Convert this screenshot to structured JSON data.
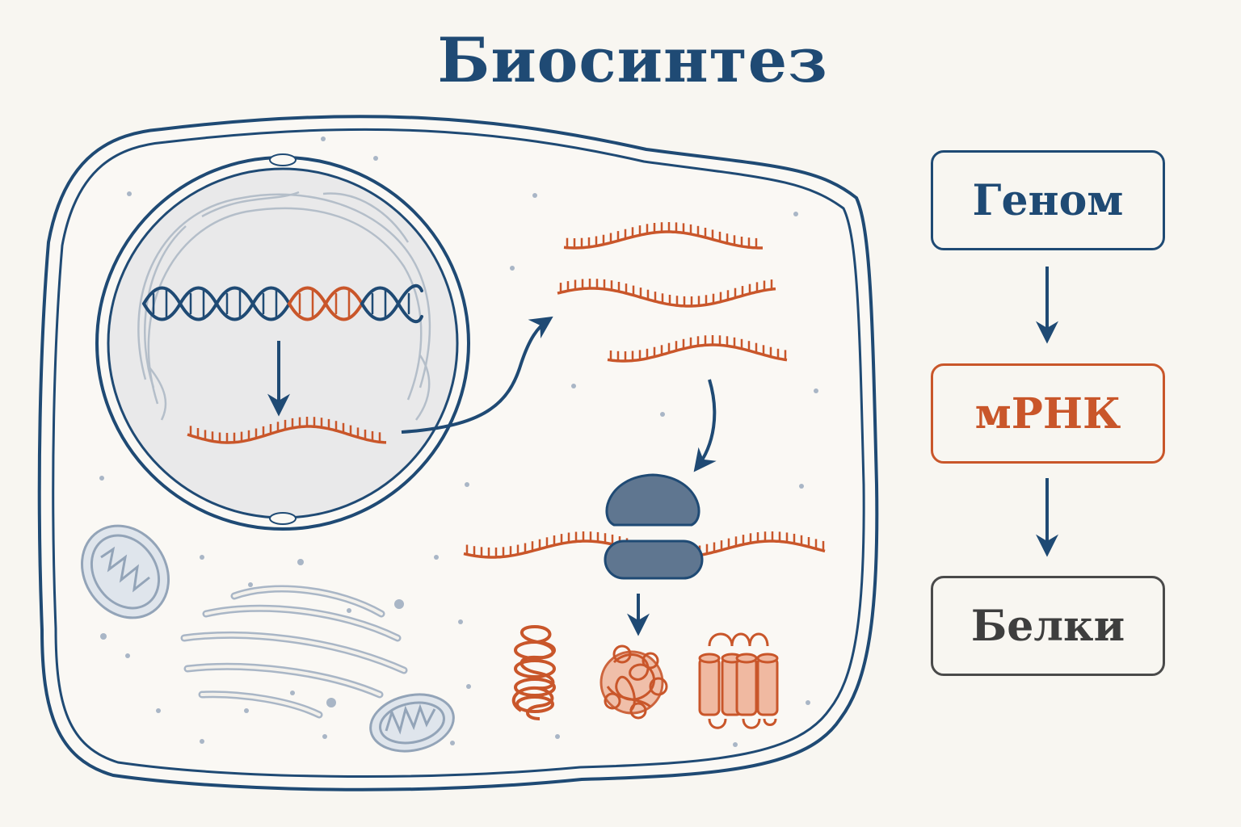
{
  "title": "Биосинтез",
  "flow": {
    "genome": "Геном",
    "mrna": "мРНК",
    "proteins": "Белки"
  },
  "colors": {
    "navy": "#1f4a74",
    "orange": "#c9562a",
    "gray": "#4a4a4a",
    "blueGray": "#5f7690",
    "organelle": "#a9b6c6",
    "nucleusFill": "#e8e9ea",
    "cellFill": "#faf8f4",
    "background": "#f8f6f1"
  },
  "icons": [
    "dna-helix-icon",
    "mrna-strand-icon",
    "ribosome-icon",
    "mitochondrion-icon",
    "golgi-apparatus-icon",
    "protein-helix-icon",
    "protein-globule-icon",
    "membrane-protein-icon"
  ]
}
